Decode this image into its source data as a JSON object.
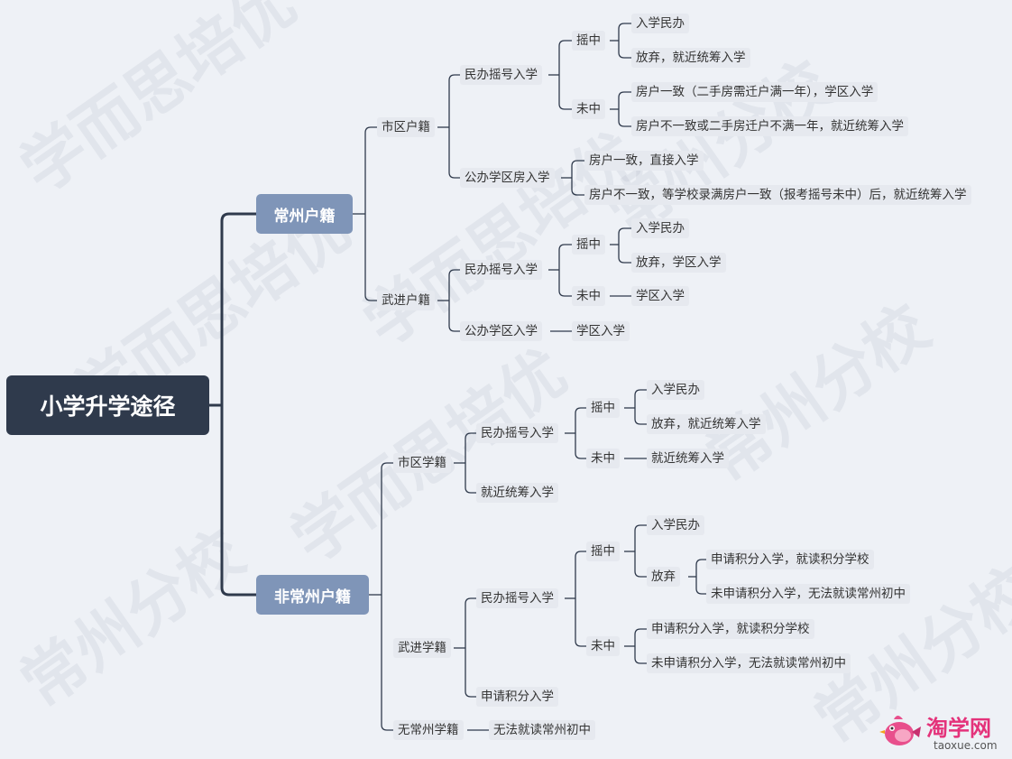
{
  "watermark": {
    "brand": "学而思培优",
    "school": "常州分校"
  },
  "root": {
    "label": "小学升学途径"
  },
  "changzhou_hukou": {
    "label": "常州户籍",
    "city_hukou": {
      "label": "市区户籍",
      "private_lottery": {
        "label": "民办摇号入学",
        "selected": {
          "label": "摇中",
          "options": [
            "入学民办",
            "放弃，就近统筹入学"
          ]
        },
        "not_selected": {
          "label": "未中",
          "options": [
            "房户一致（二手房需迁户满一年），学区入学",
            "房户不一致或二手房迁户不满一年，就近统筹入学"
          ]
        }
      },
      "public_district": {
        "label": "公办学区房入学",
        "options": [
          "房户一致，直接入学",
          "房户不一致，等学校录满房户一致（报考摇号未中）后，就近统筹入学"
        ]
      }
    },
    "wujin_hukou": {
      "label": "武进户籍",
      "private_lottery": {
        "label": "民办摇号入学",
        "selected": {
          "label": "摇中",
          "options": [
            "入学民办",
            "放弃，学区入学"
          ]
        },
        "not_selected": {
          "label": "未中",
          "option": "学区入学"
        }
      },
      "public_district": {
        "label": "公办学区入学",
        "option": "学区入学"
      }
    }
  },
  "non_changzhou_hukou": {
    "label": "非常州户籍",
    "city_school_reg": {
      "label": "市区学籍",
      "private_lottery": {
        "label": "民办摇号入学",
        "selected": {
          "label": "摇中",
          "options": [
            "入学民办",
            "放弃，就近统筹入学"
          ]
        },
        "not_selected": {
          "label": "未中",
          "option": "就近统筹入学"
        }
      },
      "nearby": {
        "label": "就近统筹入学"
      }
    },
    "wujin_school_reg": {
      "label": "武进学籍",
      "private_lottery": {
        "label": "民办摇号入学",
        "selected": {
          "label": "摇中",
          "enroll": "入学民办",
          "give_up": {
            "label": "放弃",
            "options": [
              "申请积分入学，就读积分学校",
              "未申请积分入学，无法就读常州初中"
            ]
          }
        },
        "not_selected": {
          "label": "未中",
          "options": [
            "申请积分入学，就读积分学校",
            "未申请积分入学，无法就读常州初中"
          ]
        }
      },
      "points": {
        "label": "申请积分入学"
      }
    },
    "no_school_reg": {
      "label": "无常州学籍",
      "option": "无法就读常州初中"
    }
  },
  "logo": {
    "brand": "淘学网",
    "url": "taoxue.com"
  }
}
